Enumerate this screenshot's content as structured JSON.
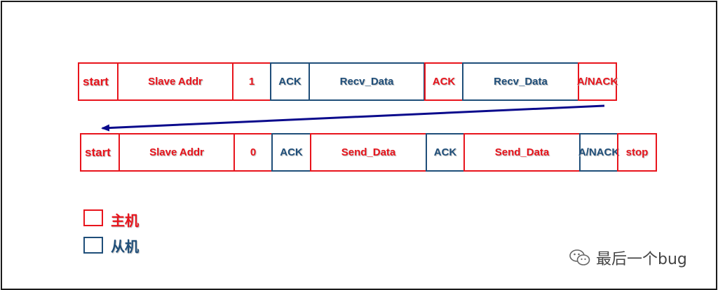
{
  "row1": [
    {
      "label": "start",
      "role": "master"
    },
    {
      "label": "Slave Addr",
      "role": "master"
    },
    {
      "label": "1",
      "role": "master"
    },
    {
      "label": "ACK",
      "role": "slave"
    },
    {
      "label": "Recv_Data",
      "role": "slave"
    },
    {
      "label": "ACK",
      "role": "master"
    },
    {
      "label": "Recv_Data",
      "role": "slave"
    },
    {
      "label": "A/NACK",
      "role": "master"
    }
  ],
  "row2": [
    {
      "label": "start",
      "role": "master"
    },
    {
      "label": "Slave Addr",
      "role": "master"
    },
    {
      "label": "0",
      "role": "master"
    },
    {
      "label": "ACK",
      "role": "slave"
    },
    {
      "label": "Send_Data",
      "role": "master"
    },
    {
      "label": "ACK",
      "role": "slave"
    },
    {
      "label": "Send_Data",
      "role": "master"
    },
    {
      "label": "A/NACK",
      "role": "slave"
    },
    {
      "label": "stop",
      "role": "master"
    }
  ],
  "legend": {
    "master_label": "主机",
    "slave_label": "从机"
  },
  "watermark": {
    "text": "最后一个bug"
  },
  "colors": {
    "master": "#e8141c",
    "slave": "#1f4e79",
    "arrow": "#0a0a8c"
  }
}
